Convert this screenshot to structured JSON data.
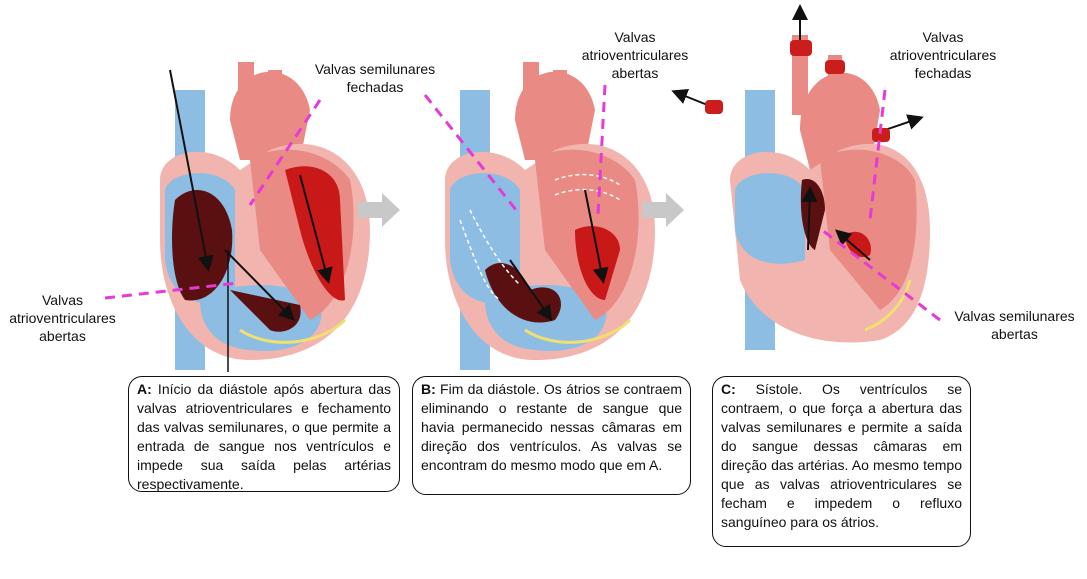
{
  "labels": {
    "semilunar_closed": [
      "Valvas semilunares",
      "fechadas"
    ],
    "av_open_left": [
      "Valvas",
      "atrioventriculares",
      "abertas"
    ],
    "av_open_b": [
      "Valvas",
      "atrioventriculares",
      "abertas"
    ],
    "av_closed_c": [
      "Valvas",
      "atrioventriculares",
      "fechadas"
    ],
    "semilunar_open_c": [
      "Valvas semilunares",
      "abertas"
    ]
  },
  "captions": {
    "a": {
      "tag": "A:",
      "text": " Início da diástole após abertura das valvas atrioventriculares e fechamento das valvas semilunares, o que permite a entrada de sangue nos ventrículos e impede sua saída pelas artérias respectivamente."
    },
    "b": {
      "tag": "B:",
      "text": " Fim da diástole. Os átrios se contraem eliminando o restante de sangue que havia permanecido nessas câmaras em direção dos ventrículos. As valvas se encontram do mesmo modo que em A."
    },
    "c": {
      "tag": "C:",
      "text": " Sístole. Os ventrículos se contraem, o que força a abertura das valvas semilunares e permite a saída do sangue dessas câmaras em direção das artérias. Ao mesmo tempo que as valvas atrioventriculares se fecham e impedem o refluxo sanguíneo para os átrios."
    }
  },
  "colors": {
    "pointer": "#e53ad6",
    "vein_blue": "#7fb3dc",
    "artery_red": "#e98a84",
    "blood_dark": "#5a1010",
    "blood_red": "#d01818"
  }
}
